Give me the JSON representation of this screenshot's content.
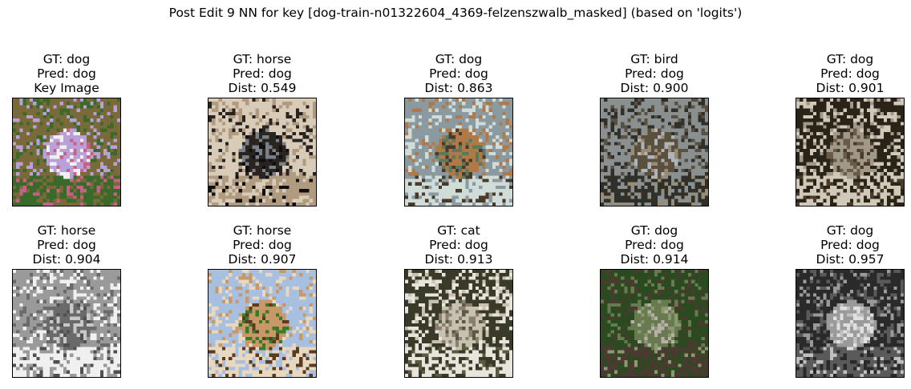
{
  "figure": {
    "title": "Post Edit 9 NN for key [dog-train-n01322604_4369-felzenszwalb_masked] (based on 'logits')"
  },
  "neighbors": [
    {
      "gt": "GT: dog",
      "pred": "Pred: dog",
      "extra": "Key Image",
      "image": "bulldog-flowers-image",
      "palette": [
        "#7a6a3a",
        "#b8a0d8",
        "#f0f0f0",
        "#3a6a2a",
        "#c86088"
      ]
    },
    {
      "gt": "GT: horse",
      "pred": "Pred: dog",
      "extra": "Dist: 0.549",
      "image": "person-horse-image",
      "palette": [
        "#d8ccb8",
        "#2a2420",
        "#7a8088",
        "#b09a80",
        "#101010"
      ]
    },
    {
      "gt": "GT: dog",
      "pred": "Pred: dog",
      "extra": "Dist: 0.863",
      "image": "drinking-dog-image",
      "palette": [
        "#8a9aa0",
        "#b07a48",
        "#5a7a60",
        "#d0dcd8",
        "#4a3a2a"
      ]
    },
    {
      "gt": "GT: bird",
      "pred": "Pred: dog",
      "extra": "Dist: 0.900",
      "image": "dog-water-image",
      "palette": [
        "#8a9090",
        "#5a5040",
        "#b0b4b8",
        "#30302a",
        "#9a8a70"
      ]
    },
    {
      "gt": "GT: dog",
      "pred": "Pred: dog",
      "extra": "Dist: 0.901",
      "image": "dog-dark-image",
      "palette": [
        "#2a2418",
        "#a09888",
        "#6a5a48",
        "#d0c8b8",
        "#4a3c28"
      ]
    },
    {
      "gt": "GT: horse",
      "pred": "Pred: dog",
      "extra": "Dist: 0.904",
      "image": "grey-horses-image",
      "palette": [
        "#9a9a9a",
        "#6a6a6a",
        "#c8c8c8",
        "#f0f0f0",
        "#505050"
      ]
    },
    {
      "gt": "GT: horse",
      "pred": "Pred: dog",
      "extra": "Dist: 0.907",
      "image": "pony-field-image",
      "palette": [
        "#a8c0e0",
        "#c89868",
        "#3a7a28",
        "#e8d8c0",
        "#5a3a20"
      ]
    },
    {
      "gt": "GT: cat",
      "pred": "Pred: dog",
      "extra": "Dist: 0.913",
      "image": "white-tiger-image",
      "palette": [
        "#3a3a28",
        "#c8c0b0",
        "#8a8070",
        "#e8e4dc",
        "#5a5a40"
      ]
    },
    {
      "gt": "GT: dog",
      "pred": "Pred: dog",
      "extra": "Dist: 0.914",
      "image": "dogs-grass-image",
      "palette": [
        "#2a4a20",
        "#6a7a50",
        "#b8b0a8",
        "#4a3a30",
        "#8a9a70"
      ]
    },
    {
      "gt": "GT: dog",
      "pred": "Pred: dog",
      "extra": "Dist: 0.957",
      "image": "grayscale-dog-image",
      "palette": [
        "#2a2a2a",
        "#9a9a9a",
        "#e0e0e0",
        "#5a5a5a",
        "#c0c0c0"
      ]
    }
  ]
}
